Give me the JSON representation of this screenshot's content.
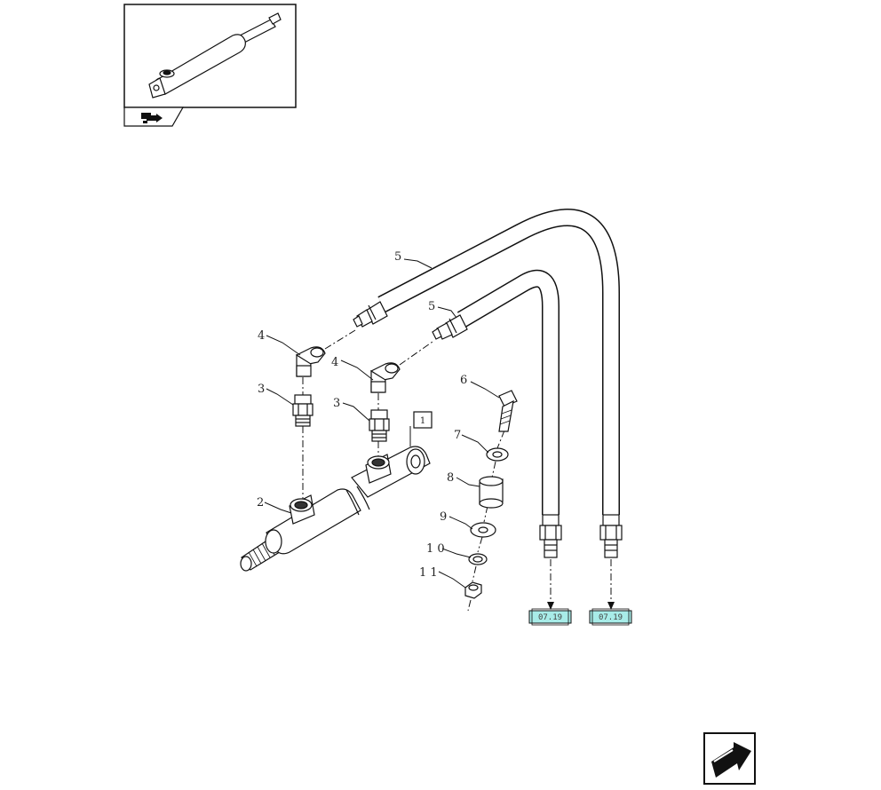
{
  "thumbnail": {
    "icon": "exploded-view-thumbnail"
  },
  "callouts": [
    {
      "id": "c5a",
      "label": "5"
    },
    {
      "id": "c5b",
      "label": "5"
    },
    {
      "id": "c4a",
      "label": "4"
    },
    {
      "id": "c4b",
      "label": "4"
    },
    {
      "id": "c3a",
      "label": "3"
    },
    {
      "id": "c3b",
      "label": "3"
    },
    {
      "id": "c2",
      "label": "2"
    },
    {
      "id": "c6",
      "label": "6"
    },
    {
      "id": "c7",
      "label": "7"
    },
    {
      "id": "c8",
      "label": "8"
    },
    {
      "id": "c9",
      "label": "9"
    },
    {
      "id": "c10",
      "label": "1 0"
    },
    {
      "id": "c11",
      "label": "1 1"
    },
    {
      "id": "c1",
      "label": "1"
    }
  ],
  "references": [
    {
      "id": "ref-left",
      "label": "07.19"
    },
    {
      "id": "ref-right",
      "label": "07.19"
    }
  ],
  "colors": {
    "reference_fill": "#a8ece8",
    "line": "#1a1a1a"
  },
  "navigation": {
    "icon": "next-page-arrow-icon"
  }
}
